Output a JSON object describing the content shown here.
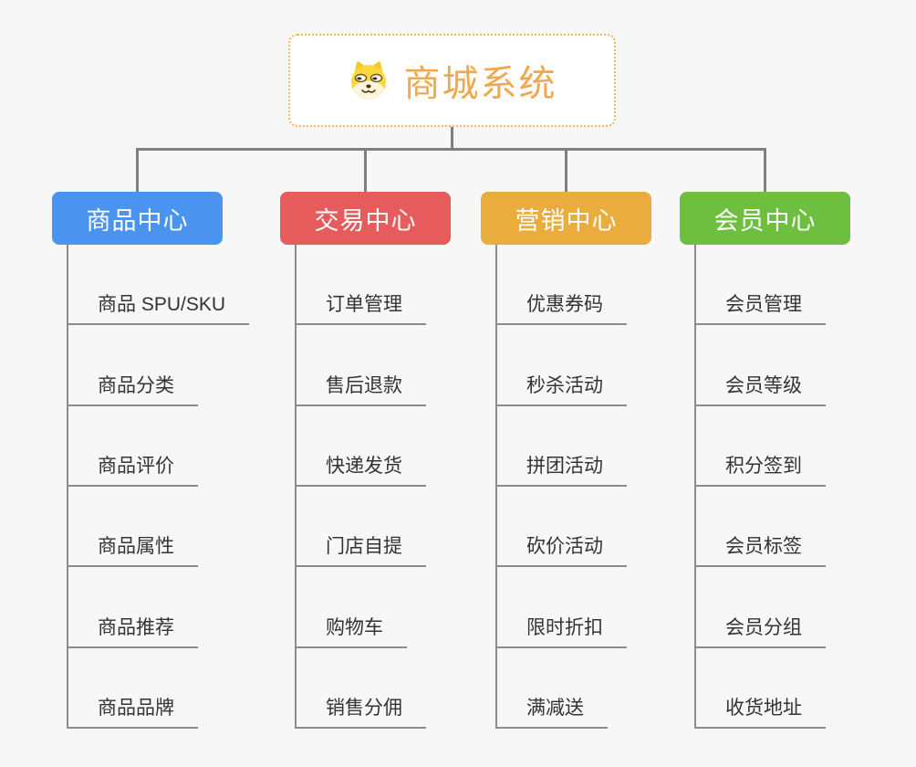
{
  "theme": {
    "background": "#f7f7f7",
    "connector_color": "#7f7f7f",
    "line_color": "#8c8c8c",
    "child_text_color": "#333333",
    "root_border_color": "#f2b45c",
    "root_text_color": "#f0a84e"
  },
  "root": {
    "title": "商城系统",
    "icon": "doge-icon"
  },
  "branches": [
    {
      "label": "商品中心",
      "color": "#4a93ee",
      "children": [
        "商品 SPU/SKU",
        "商品分类",
        "商品评价",
        "商品属性",
        "商品推荐",
        "商品品牌"
      ]
    },
    {
      "label": "交易中心",
      "color": "#e65c5c",
      "children": [
        "订单管理",
        "售后退款",
        "快递发货",
        "门店自提",
        "购物车",
        "销售分佣"
      ]
    },
    {
      "label": "营销中心",
      "color": "#ebac3e",
      "children": [
        "优惠券码",
        "秒杀活动",
        "拼团活动",
        "砍价活动",
        "限时折扣",
        "满减送"
      ]
    },
    {
      "label": "会员中心",
      "color": "#6ebe3f",
      "children": [
        "会员管理",
        "会员等级",
        "积分签到",
        "会员标签",
        "会员分组",
        "收货地址"
      ]
    }
  ]
}
